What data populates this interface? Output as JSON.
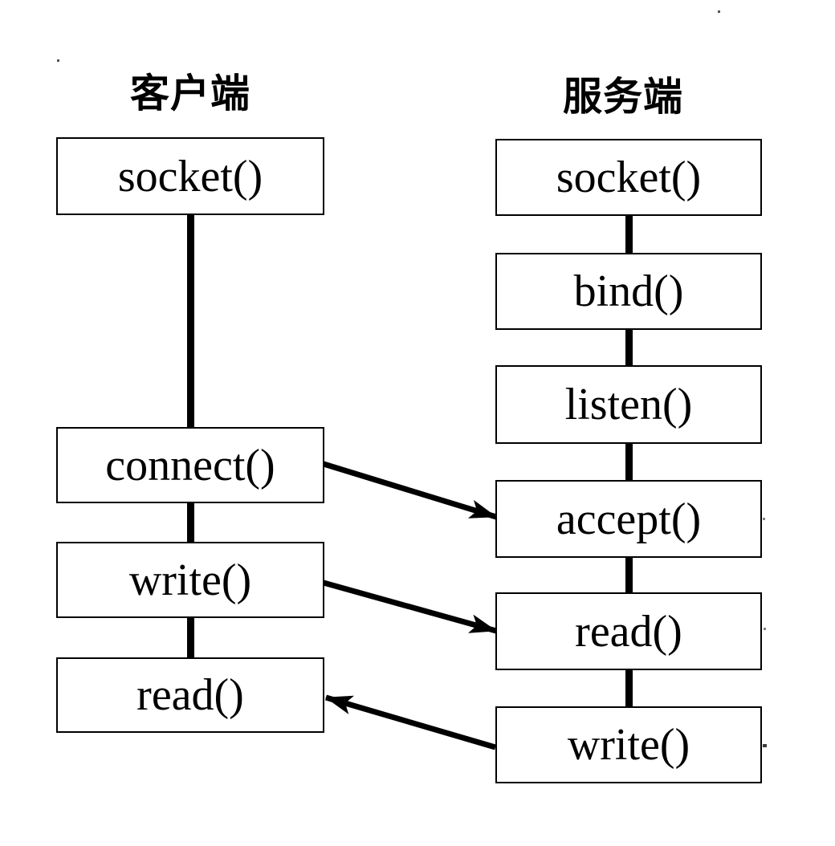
{
  "client": {
    "title": "客户端",
    "boxes": [
      {
        "label": "socket()"
      },
      {
        "label": "connect()"
      },
      {
        "label": "write()"
      },
      {
        "label": "read()"
      }
    ]
  },
  "server": {
    "title": "服务端",
    "boxes": [
      {
        "label": "socket()"
      },
      {
        "label": "bind()"
      },
      {
        "label": "listen()"
      },
      {
        "label": "accept()"
      },
      {
        "label": "read()"
      },
      {
        "label": "write()"
      }
    ]
  },
  "arrows": [
    {
      "from": "client connect()",
      "to": "server accept()"
    },
    {
      "from": "client write()",
      "to": "server read()"
    },
    {
      "from": "server write()",
      "to": "client read()"
    }
  ],
  "colors": {
    "foreground": "#000000",
    "background": "#ffffff"
  }
}
